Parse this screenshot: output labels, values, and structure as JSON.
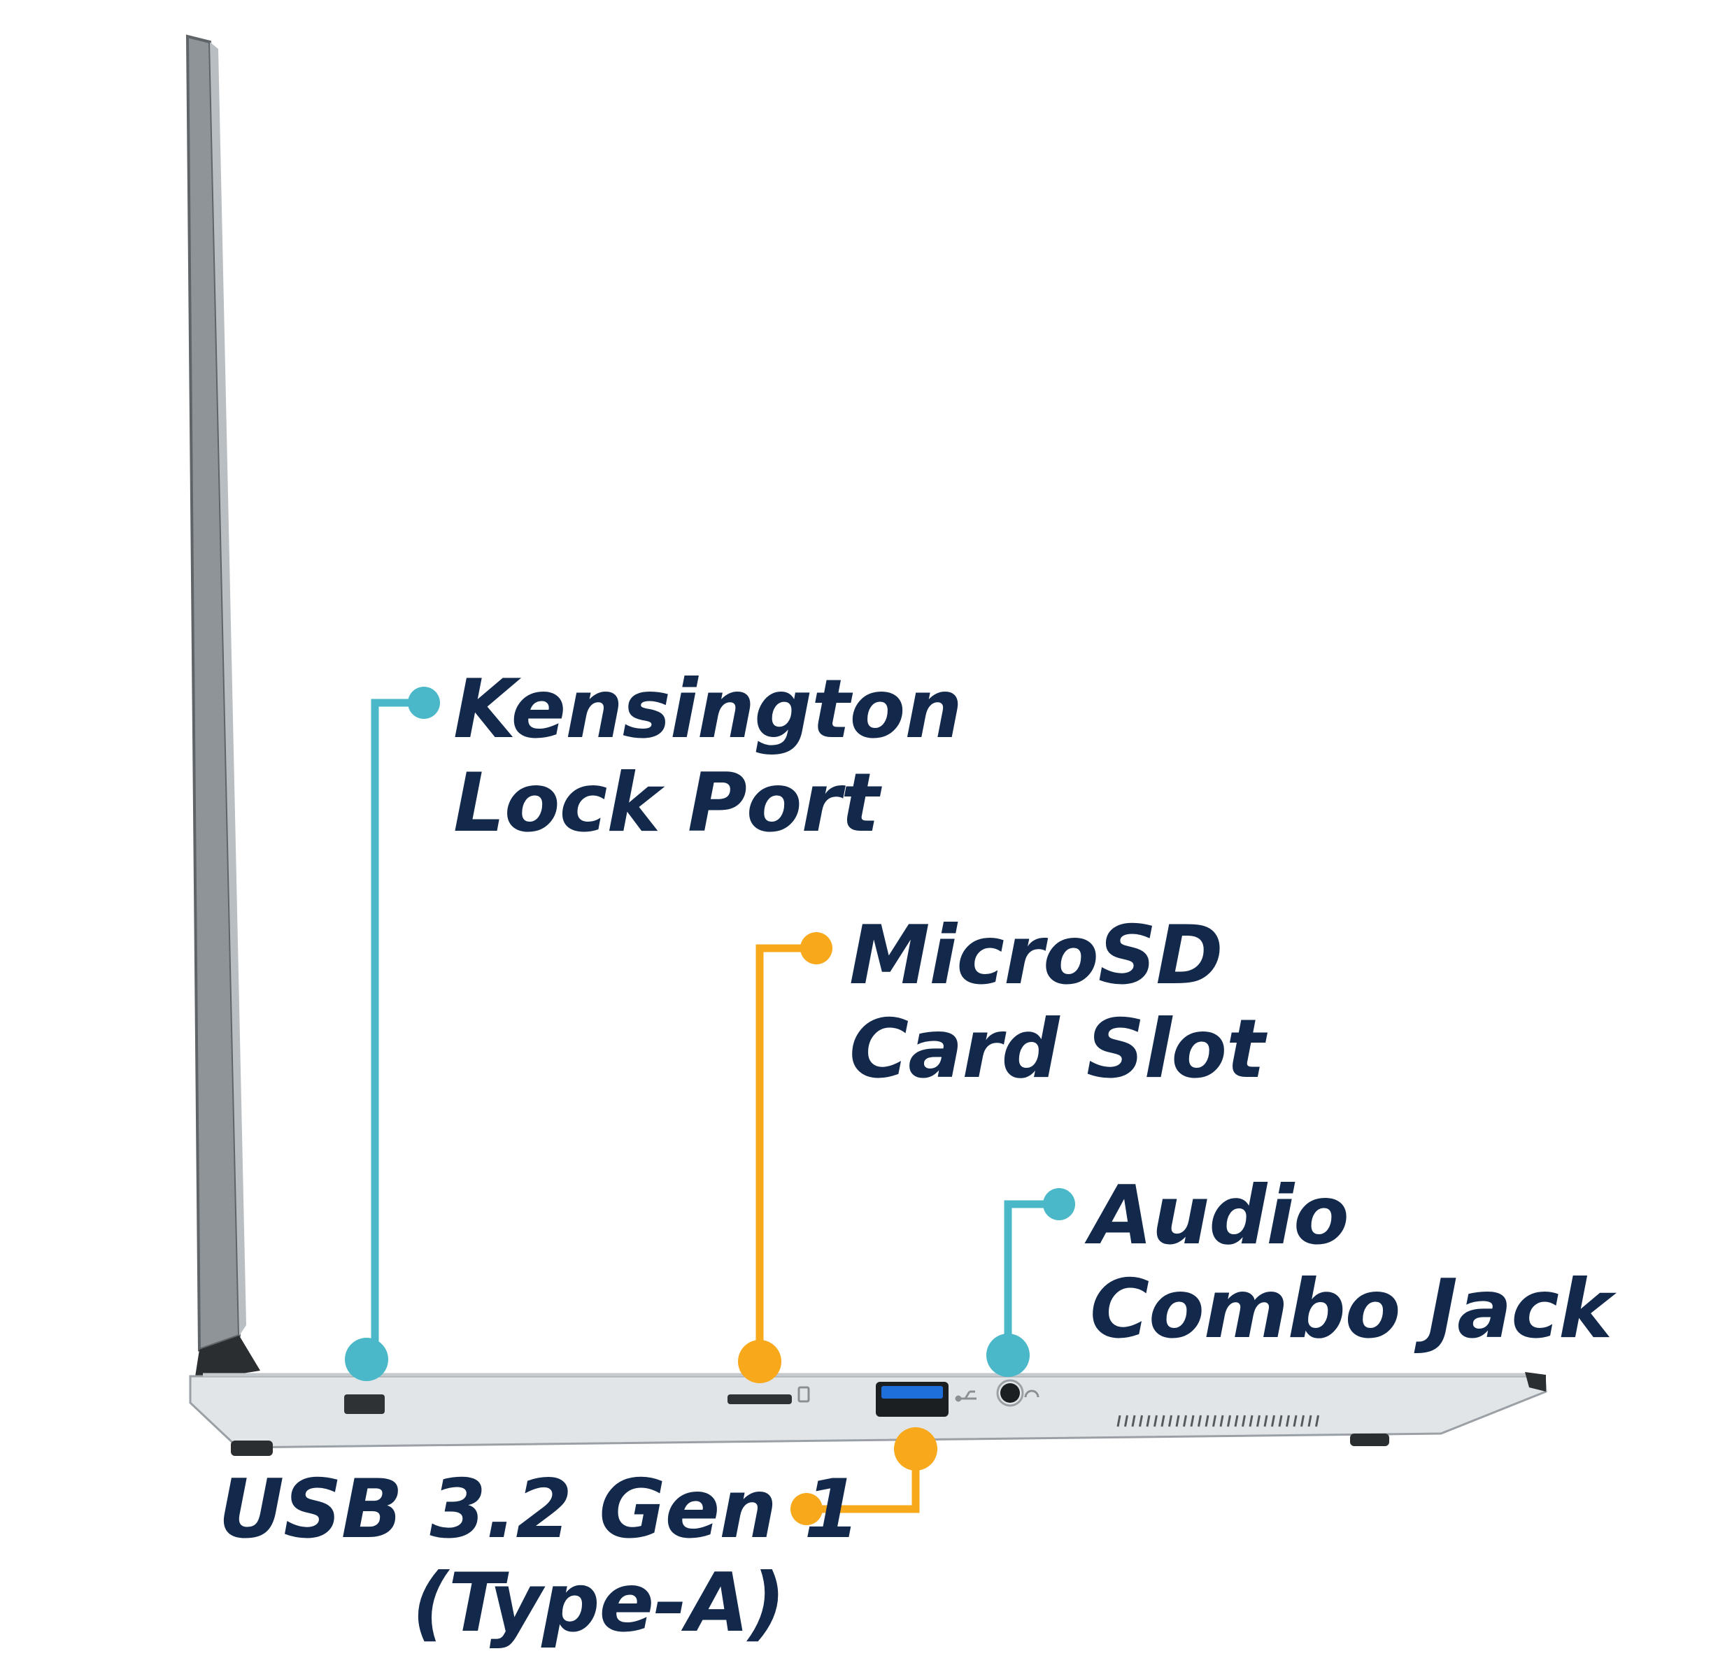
{
  "diagram": {
    "callouts": [
      {
        "id": "kensington",
        "lines": [
          "Kensington",
          "Lock Port"
        ],
        "color": "#4ab8c8"
      },
      {
        "id": "microsd",
        "lines": [
          "MicroSD",
          "Card Slot"
        ],
        "color": "#f7a81b"
      },
      {
        "id": "audio",
        "lines": [
          "Audio",
          "Combo Jack"
        ],
        "color": "#4ab8c8"
      },
      {
        "id": "usb",
        "lines": [
          "USB 3.2 Gen 1",
          "(Type-A)"
        ],
        "color": "#f7a81b"
      }
    ],
    "colors": {
      "text": "#13294b",
      "teal": "#4ab8c8",
      "orange": "#f7a81b",
      "chassis": "#dfe3e6",
      "usb_port": "#1e6fd9"
    }
  }
}
